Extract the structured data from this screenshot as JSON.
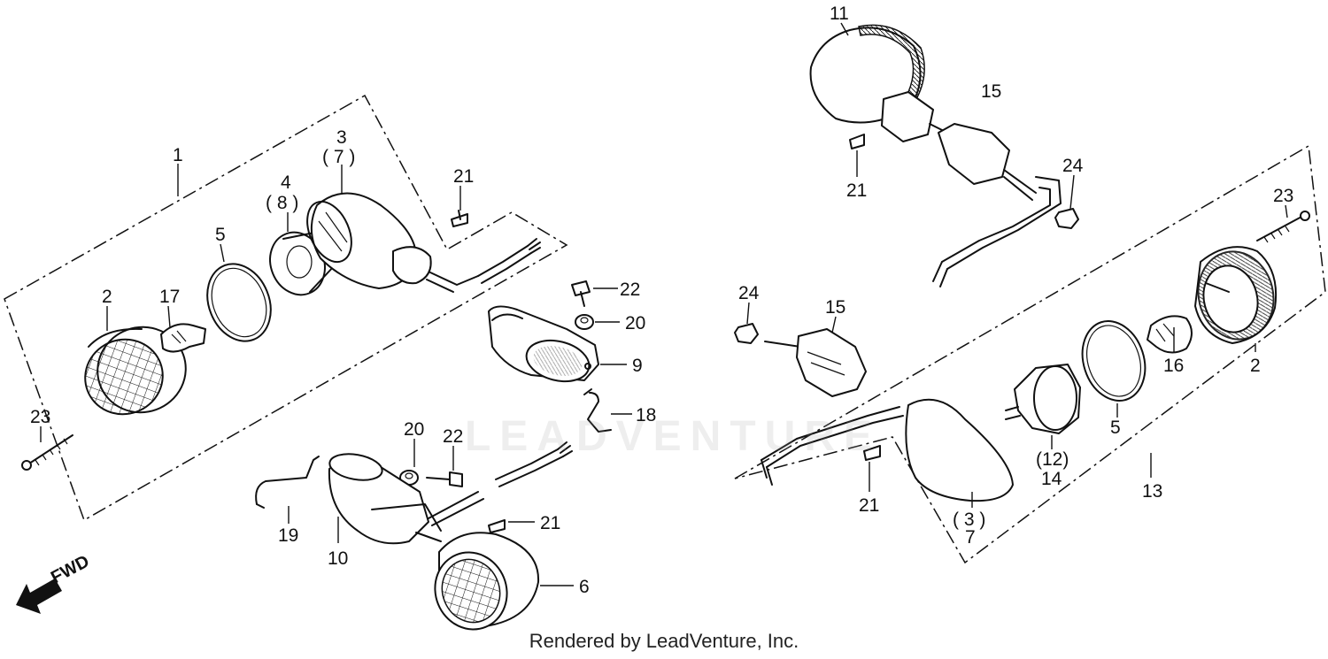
{
  "footer_text": "Rendered by LeadVenture, Inc.",
  "watermark_text": "LEADVENTURE",
  "fwd_label": "FWD",
  "callouts": {
    "c1": "1",
    "c2a": "2",
    "c2b": "2",
    "c3a": "3",
    "c3b": "( 3 )",
    "c4": "4",
    "c5a": "5",
    "c5b": "5",
    "c6": "6",
    "c7a": "( 7 )",
    "c7b": "7",
    "c8": "( 8 )",
    "c9": "9",
    "c10": "10",
    "c11": "11",
    "c12": "(12)",
    "c13": "13",
    "c14": "14",
    "c15a": "15",
    "c15b": "15",
    "c16": "16",
    "c17": "17",
    "c18": "18",
    "c19": "19",
    "c20a": "20",
    "c20b": "20",
    "c21a": "21",
    "c21b": "21",
    "c21c": "21",
    "c21d": "21",
    "c22a": "22",
    "c22b": "22",
    "c23a": "23",
    "c23b": "23",
    "c24a": "24",
    "c24b": "24"
  },
  "colors": {
    "ink": "#111111",
    "background": "#ffffff"
  }
}
